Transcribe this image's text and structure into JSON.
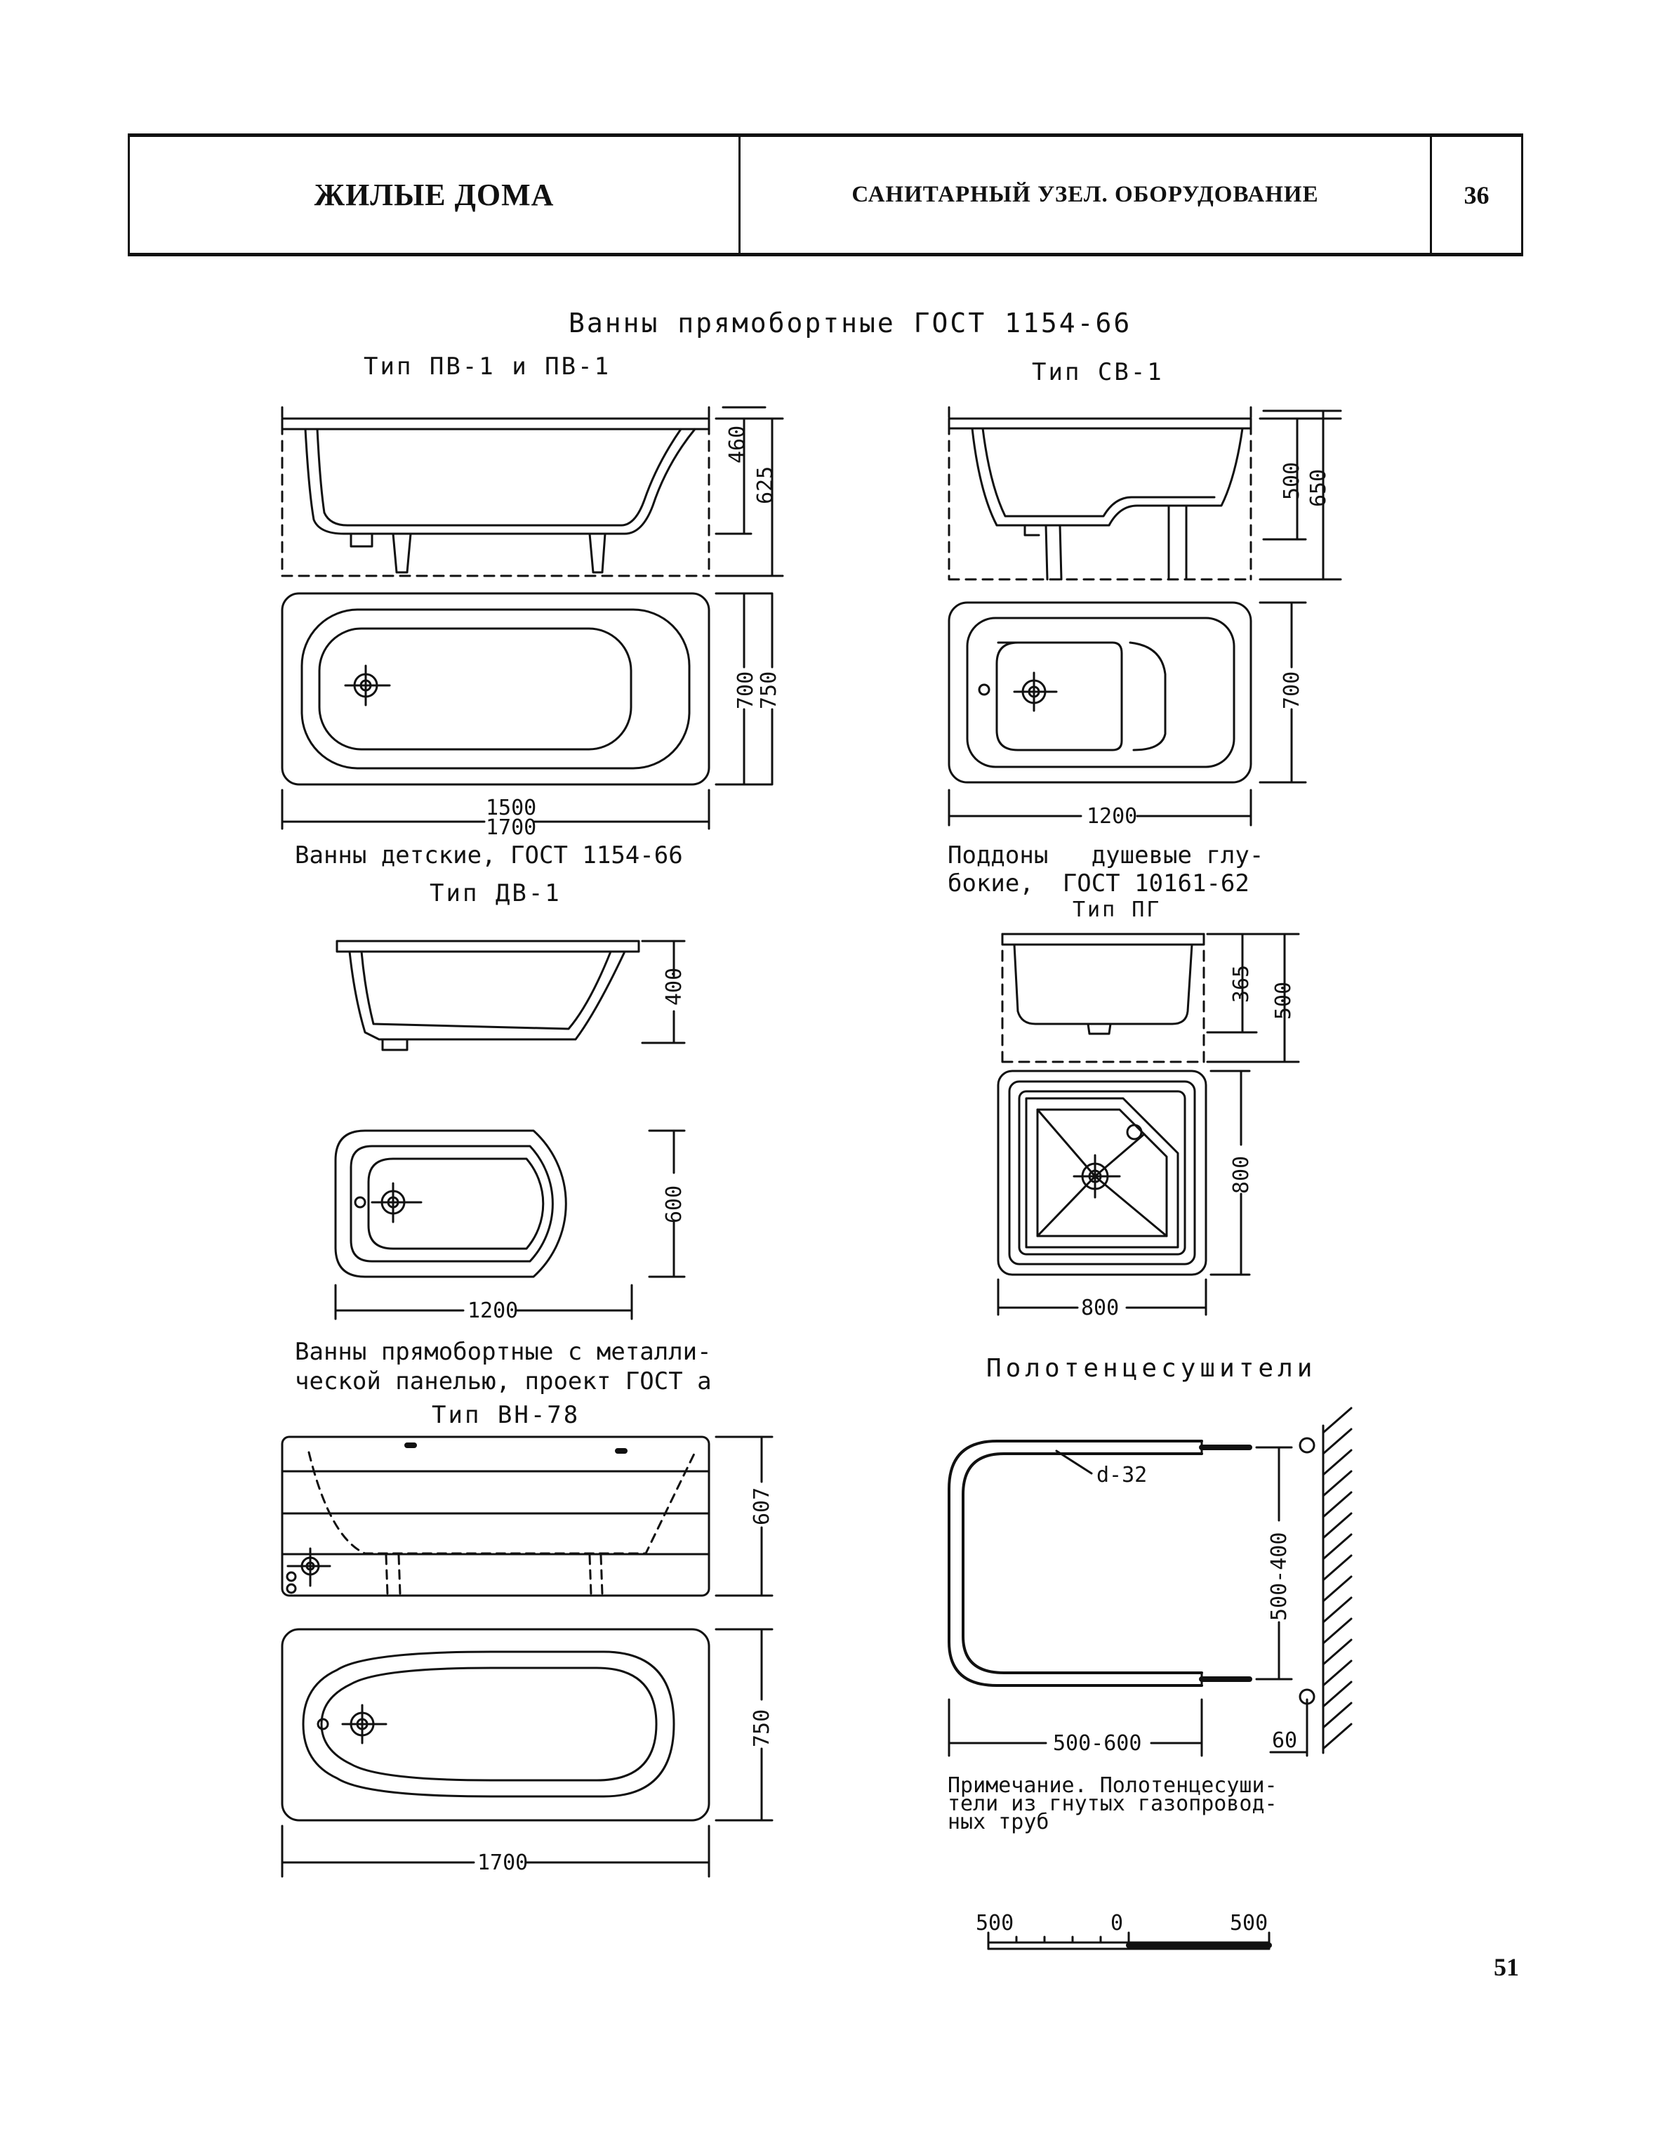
{
  "header": {
    "left_title": "ЖИЛЫЕ ДОМА",
    "center_title": "САНИТАРНЫЙ УЗЕЛ. ОБОРУДОВАНИЕ",
    "sheet_number": "36"
  },
  "sections": {
    "straight_baths": {
      "title": "Ванны прямобортные ГОСТ 1154-66",
      "type_a_label": "Тип ПВ-1 и ПВ-1",
      "type_b_label": "Тип СВ-1",
      "dim_a_height_inner": "460",
      "dim_a_height_outer": "625",
      "dim_a_width_1": "700",
      "dim_a_width_2": "750",
      "dim_a_length_1": "1500",
      "dim_a_length_2": "1700",
      "dim_b_height_inner": "500",
      "dim_b_height_outer": "650",
      "dim_b_width": "700",
      "dim_b_length": "1200"
    },
    "child_baths": {
      "title_line1": "Ванны детские, ГОСТ 1154-66",
      "type_label": "Тип ДВ-1",
      "dim_height": "400",
      "dim_width": "600",
      "dim_length": "1200"
    },
    "shower_trays": {
      "title_line1": "Поддоны   душевые глу-",
      "title_line2": "бокие,  ГОСТ 10161-62",
      "type_label": "Тип ПГ",
      "dim_height_inner": "365",
      "dim_height_outer": "500",
      "dim_side": "800",
      "dim_length": "800"
    },
    "panel_baths": {
      "title_line1": "Ванны прямобортные с металли-",
      "title_line2": "ческой панелью, проект ГОСТ а",
      "type_label": "Тип ВН-78",
      "dim_height": "607",
      "dim_width": "750",
      "dim_length": "1700"
    },
    "towel_dryers": {
      "title": "Полотенцесушители",
      "pipe_label": "d-32",
      "dim_height": "500-400",
      "dim_width": "500-600",
      "dim_offset": "60",
      "note_line1": "Примечание. Полотенцесуши-",
      "note_line2": "тели из гнутых газопровод-",
      "note_line3": "ных труб"
    },
    "scale_bar": {
      "left": "500",
      "center": "0",
      "right": "500"
    }
  },
  "footer": {
    "page_number": "51"
  }
}
